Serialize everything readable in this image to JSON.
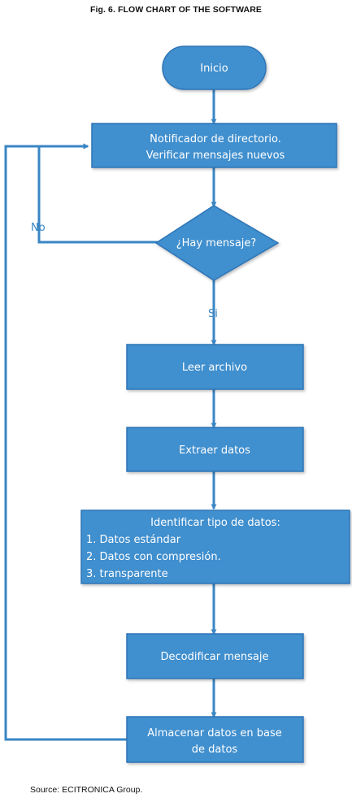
{
  "figure": {
    "caption": "Fig. 6. FLOW CHART OF THE SOFTWARE",
    "source": "Source: ECITRONICA Group."
  },
  "nodes": {
    "start": {
      "label": "Inicio"
    },
    "notify": {
      "line1": "Notificador de directorio.",
      "line2": "Verificar mensajes nuevos"
    },
    "decision": {
      "label": "¿Hay mensaje?"
    },
    "read": {
      "label": "Leer archivo"
    },
    "extract": {
      "label": "Extraer datos"
    },
    "identify": {
      "title": "Identificar tipo de datos:",
      "items": [
        "1. Datos estándar",
        "2. Datos con compresión.",
        "3. transparente"
      ]
    },
    "decode": {
      "label": "Decodificar mensaje"
    },
    "store": {
      "line1": "Almacenar datos en base",
      "line2": "de datos"
    }
  },
  "edges": {
    "no_label": "No",
    "yes_label": "Si"
  },
  "colors": {
    "fill": "#3f8fce",
    "stroke": "#2e75b6",
    "arrow": "#3a86c4",
    "text": "#ffffff"
  }
}
